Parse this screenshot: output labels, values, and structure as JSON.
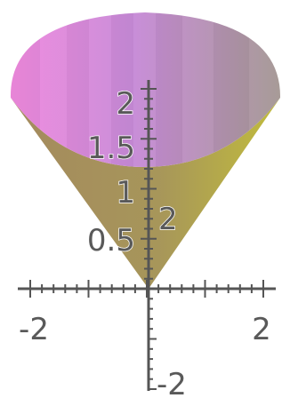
{
  "chart_data": {
    "type": "surface3d",
    "surface": "cone",
    "cone": {
      "apex": [
        0,
        0,
        0
      ],
      "height": 2,
      "top_radius": 2
    },
    "axes": {
      "x": {
        "range": [
          -2,
          2
        ],
        "tick_labels": [
          "-2",
          "2"
        ]
      },
      "y": {
        "range": [
          -2,
          2
        ],
        "tick_labels": [
          "-2",
          "2"
        ]
      },
      "z": {
        "range": [
          0,
          2
        ],
        "tick_labels": [
          "0.5",
          "1",
          "1.5",
          "2"
        ]
      }
    },
    "colors": {
      "interior_left": "#f08ade",
      "interior_mid": "#c88bd8",
      "interior_right": "#a59894",
      "exterior_left": "#a48a5e",
      "exterior_right": "#c1bc3c",
      "axis": "#555555"
    }
  }
}
